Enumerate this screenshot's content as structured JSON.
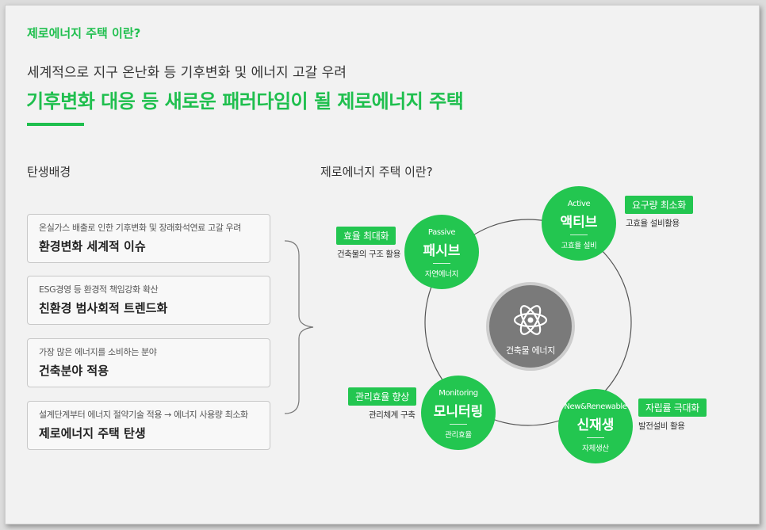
{
  "header": {
    "top_label": "제로에너지 주택 이란?",
    "subtitle": "세계적으로 지구 온난화 등 기후변화 및 에너지 고갈 우려",
    "headline": "기후변화 대응 등 새로운 패러다임이 될 제로에너지 주택"
  },
  "left_section": {
    "title": "탄생배경",
    "cards": [
      {
        "small": "온실가스 배출로 인한 기후변화 및 장래화석연료 고갈 우려",
        "big": "환경변화 세계적 이슈"
      },
      {
        "small": "ESG경영 등 환경적 책임강화 확산",
        "big": "친환경 범사회적 트렌드화"
      },
      {
        "small": "가장 많은 에너지를 소비하는 분야",
        "big": "건축분야 적용"
      },
      {
        "small": "설계단계부터 에너지 절약기술 적용 → 에너지 사용량 최소화",
        "big": "제로에너지 주택 탄생"
      }
    ]
  },
  "right_section": {
    "title": "제로에너지 주택 이란?",
    "center": {
      "label": "건축물 에너지",
      "icon": "atom-icon"
    },
    "nodes": [
      {
        "en": "Passive",
        "ko": "패시브",
        "sub": "자연에너지",
        "tag": "효율 최대화",
        "desc": "건축물의 구조 활용"
      },
      {
        "en": "Active",
        "ko": "액티브",
        "sub": "고효율 설비",
        "tag": "요구량 최소화",
        "desc": "고효율 설비활용"
      },
      {
        "en": "Monitoring",
        "ko": "모니터링",
        "sub": "관리효율",
        "tag": "관리효율 향상",
        "desc": "관리체계 구축"
      },
      {
        "en": "New&Renewable",
        "ko": "신재생",
        "sub": "자체생산",
        "tag": "자립률 극대화",
        "desc": "발전설비 활용"
      }
    ]
  },
  "colors": {
    "accent": "#1fbf4e",
    "node": "#23c650",
    "center": "#7a7a7a"
  }
}
